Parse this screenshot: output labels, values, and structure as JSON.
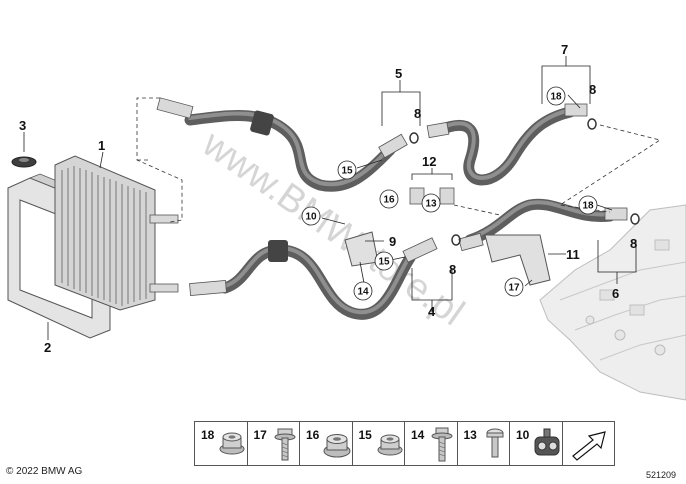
{
  "callouts": {
    "c1": "1",
    "c2": "2",
    "c3": "3",
    "c4": "4",
    "c5": "5",
    "c6": "6",
    "c7": "7",
    "c8a": "8",
    "c8b": "8",
    "c8c": "8",
    "c8d": "8",
    "c9": "9",
    "c10": "10",
    "c11": "11",
    "c12": "12",
    "c13": "13",
    "c14": "14",
    "c15a": "15",
    "c15b": "15",
    "c16": "16",
    "c17": "17",
    "c18a": "18",
    "c18b": "18"
  },
  "watermark": "www.BMWstore.pl",
  "legend": [
    {
      "num": "18",
      "icon": "flange-nut-icon"
    },
    {
      "num": "17",
      "icon": "hex-bolt-icon"
    },
    {
      "num": "16",
      "icon": "collar-nut-icon"
    },
    {
      "num": "15",
      "icon": "hex-nut-icon"
    },
    {
      "num": "14",
      "icon": "flange-bolt-icon"
    },
    {
      "num": "13",
      "icon": "pan-head-screw-icon"
    },
    {
      "num": "10",
      "icon": "pipe-clip-icon"
    },
    {
      "num": "",
      "icon": "arrow-icon"
    }
  ],
  "copyright": "© 2022 BMW AG",
  "image_number": "521209"
}
